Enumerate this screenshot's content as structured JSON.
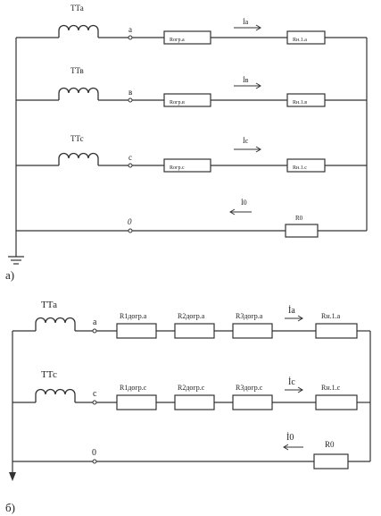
{
  "figures": {
    "a": {
      "label": "а)",
      "branches": [
        {
          "ct": "ТТа",
          "node": "a",
          "r_limit": "Rогр.а",
          "current": "İа",
          "r_load": "Rн.1.а"
        },
        {
          "ct": "ТТв",
          "node": "в",
          "r_limit": "Rогр.в",
          "current": "İв",
          "r_load": "Rн.1.в"
        },
        {
          "ct": "ТТс",
          "node": "c",
          "r_limit": "Rогр.с",
          "current": "İс",
          "r_load": "Rн.1.с"
        }
      ],
      "neutral": {
        "node": "0",
        "current": "İ0",
        "r": "R0"
      }
    },
    "b": {
      "label": "б)",
      "branches": [
        {
          "ct": "ТТа",
          "node": "a",
          "r1": "R1догр.а",
          "r2": "R2догр.а",
          "r3": "R3догр.а",
          "current": "İа",
          "r_load": "Rн.1.а"
        },
        {
          "ct": "ТТс",
          "node": "c",
          "r1": "R1догр.с",
          "r2": "R2догр.с",
          "r3": "R3догр.с",
          "current": "İс",
          "r_load": "Rн.1.с"
        }
      ],
      "neutral": {
        "node": "0",
        "current": "İ0",
        "r": "R0"
      }
    }
  }
}
